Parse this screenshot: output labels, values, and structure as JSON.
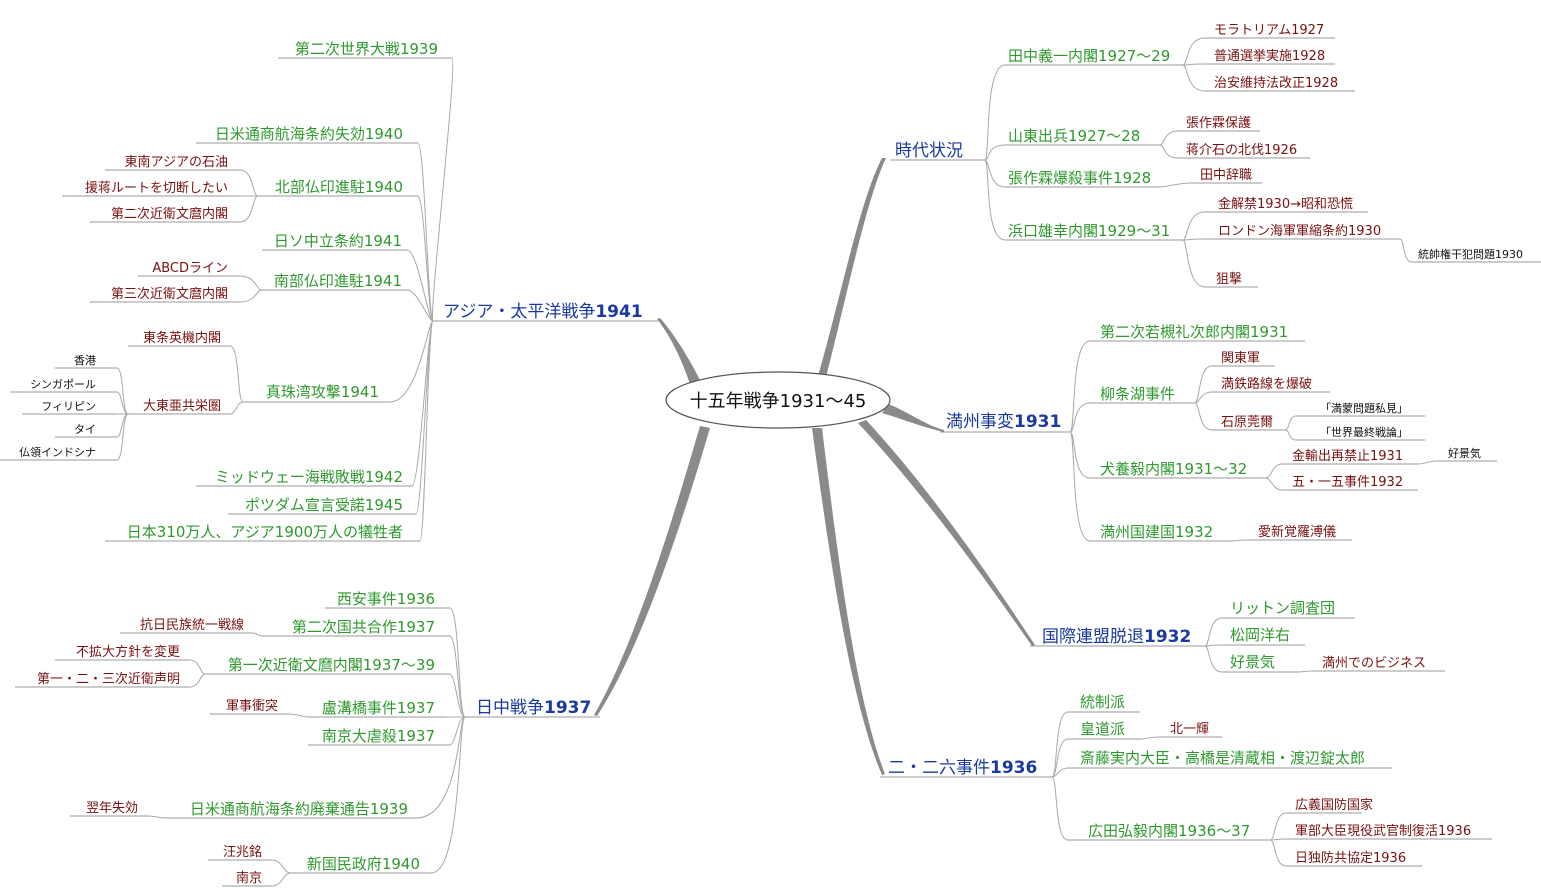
{
  "root": "十五年戦争1931～45",
  "t1": {
    "label": "時代状況",
    "c": [
      {
        "label": "田中義一内閣1927～29",
        "c": [
          "モラトリアム1927",
          "普通選挙実施1928",
          "治安維持法改正1928"
        ]
      },
      {
        "label": "山東出兵1927～28",
        "c": [
          "張作霖保護",
          "蒋介石の北伐1926"
        ]
      },
      {
        "label": "張作霖爆殺事件1928",
        "c": [
          "田中辞職"
        ]
      },
      {
        "label": "浜口雄幸内閣1929～31",
        "c": [
          "金解禁1930→昭和恐慌",
          "ロンドン海軍軍縮条約1930",
          "狙撃"
        ],
        "l4": "統帥権干犯問題1930"
      }
    ]
  },
  "t2": {
    "label": "満州事変",
    "year": "1931",
    "c": [
      {
        "label": "第二次若槻礼次郎内閣1931"
      },
      {
        "label": "柳条湖事件",
        "c": [
          "関東軍",
          "満鉄路線を爆破",
          "石原莞爾"
        ],
        "l4": [
          "「満蒙問題私見」",
          "「世界最終戦論」"
        ]
      },
      {
        "label": "犬養毅内閣1931～32",
        "c": [
          "金輸出再禁止1931",
          "五・一五事件1932"
        ],
        "l4": "好景気"
      },
      {
        "label": "満州国建国1932",
        "c": [
          "愛新覚羅溥儀"
        ]
      }
    ]
  },
  "t3": {
    "label": "国際連盟脱退",
    "year": "1932",
    "c": [
      {
        "label": "リットン調査団"
      },
      {
        "label": "松岡洋右"
      },
      {
        "label": "好景気",
        "c": [
          "満州でのビジネス"
        ]
      }
    ]
  },
  "t4": {
    "label": "二・二六事件",
    "year": "1936",
    "c": [
      {
        "label": "統制派"
      },
      {
        "label": "皇道派",
        "c": [
          "北一輝"
        ]
      },
      {
        "label": "斎藤実内大臣・高橋是清蔵相・渡辺錠太郎"
      },
      {
        "label": "広田弘毅内閣1936～37",
        "c": [
          "広義国防国家",
          "軍部大臣現役武官制復活1936",
          "日独防共協定1936"
        ]
      }
    ]
  },
  "t5": {
    "label": "アジア・太平洋戦争",
    "year": "1941",
    "c": [
      {
        "label": "第二次世界大戦1939"
      },
      {
        "label": "日米通商航海条約失効1940"
      },
      {
        "label": "北部仏印進駐1940",
        "c": [
          "東南アジアの石油",
          "援蒋ルートを切断したい",
          "第二次近衛文麿内閣"
        ]
      },
      {
        "label": "日ソ中立条約1941"
      },
      {
        "label": "南部仏印進駐1941",
        "c": [
          "ABCDライン",
          "第三次近衛文麿内閣"
        ]
      },
      {
        "label": "真珠湾攻撃1941",
        "c": [
          "東条英機内閣",
          "大東亜共栄圏"
        ],
        "l4": [
          "香港",
          "シンガポール",
          "フィリピン",
          "タイ",
          "仏領インドシナ"
        ]
      },
      {
        "label": "ミッドウェー海戦敗戦1942"
      },
      {
        "label": "ポツダム宣言受諾1945"
      },
      {
        "label": "日本310万人、アジア1900万人の犠牲者"
      }
    ]
  },
  "t6": {
    "label": "日中戦争",
    "year": "1937",
    "c": [
      {
        "label": "西安事件1936"
      },
      {
        "label": "第二次国共合作1937",
        "c": [
          "抗日民族統一戦線"
        ]
      },
      {
        "label": "第一次近衛文麿内閣1937～39",
        "c": [
          "不拡大方針を変更",
          "第一・二・三次近衛声明"
        ]
      },
      {
        "label": "盧溝橋事件1937",
        "c": [
          "軍事衝突"
        ]
      },
      {
        "label": "南京大虐殺1937"
      },
      {
        "label": "日米通商航海条約廃棄通告1939",
        "c": [
          "翌年失効"
        ]
      },
      {
        "label": "新国民政府1940",
        "c": [
          "汪兆銘",
          "南京"
        ]
      }
    ]
  }
}
